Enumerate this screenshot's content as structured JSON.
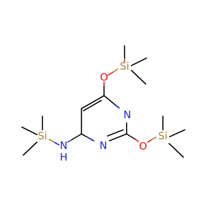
{
  "molecule": {
    "atoms": {
      "o_top": {
        "label": "O",
        "color": "#ee1111"
      },
      "si_top": {
        "label": "Si",
        "color": "#b07f2f"
      },
      "n_ring_upper": {
        "label": "N",
        "color": "#2222dd"
      },
      "n_ring_lower": {
        "label": "N",
        "color": "#2222dd"
      },
      "o_right": {
        "label": "O",
        "color": "#ee1111"
      },
      "si_right": {
        "label": "Si",
        "color": "#b07f2f"
      },
      "si_left": {
        "label": "Si",
        "color": "#b07f2f"
      },
      "nh_n": {
        "label": "N",
        "color": "#2222dd"
      },
      "nh_h": {
        "label": "H",
        "color": "#2222dd"
      }
    }
  }
}
